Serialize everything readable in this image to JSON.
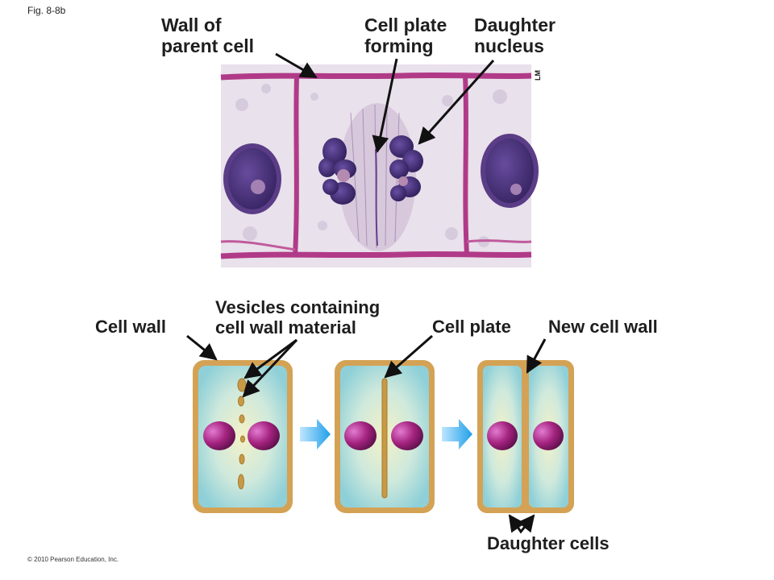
{
  "figure_label": "Fig. 8-8b",
  "micrograph": {
    "scale_label": "LM",
    "labels": {
      "wall_of_parent_cell": [
        "Wall of",
        "parent cell"
      ],
      "cell_plate_forming": [
        "Cell plate",
        "forming"
      ],
      "daughter_nucleus": [
        "Daughter",
        "nucleus"
      ]
    }
  },
  "diagram": {
    "labels": {
      "cell_wall": "Cell wall",
      "vesicles": [
        "Vesicles containing",
        "cell wall material"
      ],
      "cell_plate": "Cell plate",
      "new_cell_wall": "New cell wall",
      "daughter_cells": "Daughter cells"
    }
  },
  "colors": {
    "cell_wall": "#d4a255",
    "cytoplasm": "#b9e2e3",
    "nucleus": "#a4237f",
    "arrow": "#1f9fe8",
    "tissue_background": "#e8e0ea",
    "tissue_wall": "#b13a88",
    "chromatin": "#3d2a6e"
  },
  "copyright": "© 2010 Pearson Education, Inc."
}
